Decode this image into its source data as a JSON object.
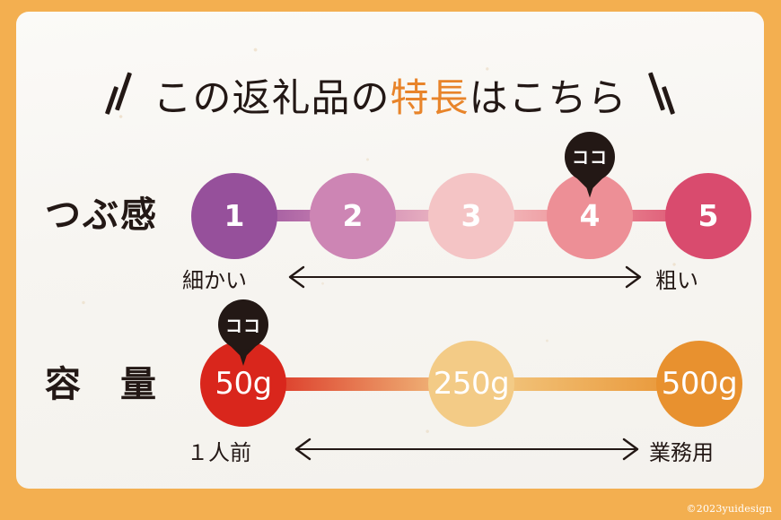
{
  "card": {
    "border_color": "#f3af50",
    "paper_color": "#faf8f5",
    "credit": "©2023yuidesign"
  },
  "title": {
    "before": "この返礼品の",
    "highlight": "特長",
    "after": "はこちら",
    "highlight_color": "#e8842a",
    "text_color": "#231815"
  },
  "rows": [
    {
      "label": "つぶ感",
      "left_caption": "細かい",
      "right_caption": "粗い",
      "marker_label": "ココ",
      "marker_index": 3,
      "nodes": [
        {
          "value": "1",
          "color": "#96509b"
        },
        {
          "value": "2",
          "color": "#cd85b4"
        },
        {
          "value": "3",
          "color": "#f4c4c5"
        },
        {
          "value": "4",
          "color": "#ed8f96"
        },
        {
          "value": "5",
          "color": "#d94b6e"
        }
      ]
    },
    {
      "label": "容　量",
      "left_caption": "１人前",
      "right_caption": "業務用",
      "marker_label": "ココ",
      "marker_index": 0,
      "nodes": [
        {
          "value": "50g",
          "color": "#d9261c"
        },
        {
          "value": "250g",
          "color": "#f3cb86"
        },
        {
          "value": "500g",
          "color": "#e8912f"
        }
      ]
    }
  ]
}
